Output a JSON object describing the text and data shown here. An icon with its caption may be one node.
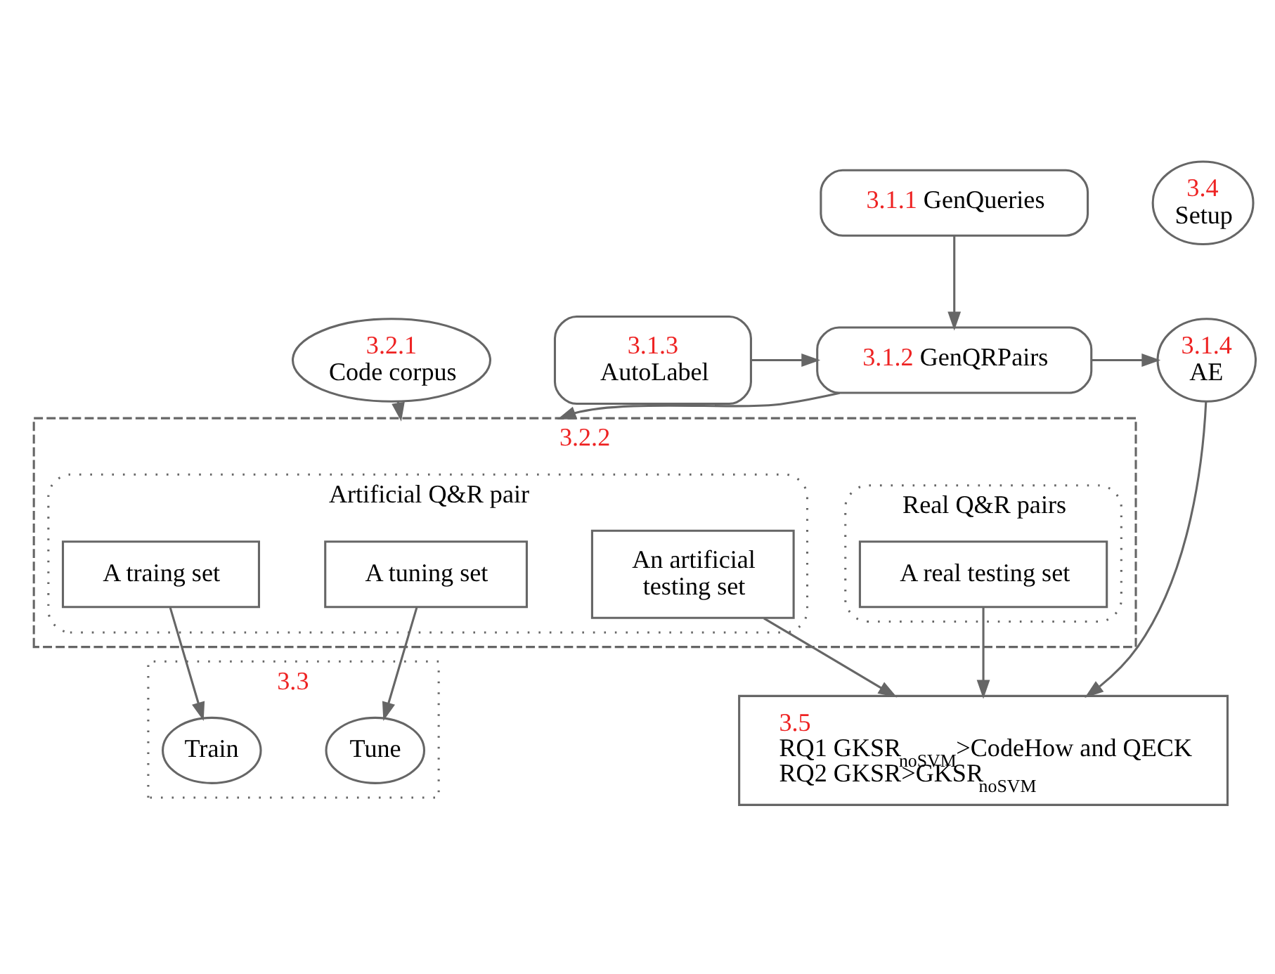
{
  "diagram": {
    "nodes": [
      {
        "text": [
          "3.1.1",
          "GenQueries"
        ]
      },
      {
        "text": [
          "3.1.2",
          "GenQRPairs"
        ]
      },
      {
        "text": [
          "3.1.3",
          "AutoLabel"
        ]
      },
      {
        "text": [
          "3.1.4",
          "AE"
        ]
      },
      {
        "text": [
          "3.4",
          "Setup"
        ]
      },
      {
        "text": [
          "3.2.1",
          "Code corpus"
        ]
      },
      {
        "text": [
          "3.2.2"
        ]
      },
      {
        "text": [
          "Artificial Q&R pair"
        ],
        "in": 6
      },
      {
        "text": [
          "A tuning set"
        ],
        "in": 7
      },
      {
        "text": [
          "A traing set"
        ],
        "in": 7
      },
      {
        "text": [
          "An artificial testing set"
        ],
        "in": 7
      },
      {
        "text": [
          "Real Q&R pairs"
        ],
        "in": 6
      },
      {
        "text": [
          "A real testing set"
        ],
        "in": 11
      },
      {
        "text": [
          "3.3"
        ]
      },
      {
        "text": [
          "Tune"
        ],
        "in": 13
      },
      {
        "text": [
          "Train"
        ],
        "in": 13
      },
      {
        "text": [
          "3.5",
          "RQ1 GKSR$_{noSVM}$>CodeHow and QECK",
          "RQ2 GKSR>GKSR$_{noSVM}$"
        ]
      }
    ],
    "edges": [
      {
        "from": 0,
        "to": 1,
        "arrow": "to"
      },
      {
        "from": 2,
        "to": 1,
        "arrow": "to"
      },
      {
        "from": 1,
        "to": 3,
        "arrow": "to"
      },
      {
        "from": 3,
        "to": 16,
        "arrow": "to"
      },
      {
        "from": 1,
        "to": 6,
        "arrow": "to"
      },
      {
        "from": 5,
        "to": 6,
        "arrow": "to"
      },
      {
        "from": 8,
        "to": 14,
        "arrow": "to"
      },
      {
        "from": 9,
        "to": 15,
        "arrow": "to"
      },
      {
        "from": 10,
        "to": 16,
        "arrow": "to"
      },
      {
        "from": 12,
        "to": 16,
        "arrow": "to"
      }
    ]
  }
}
